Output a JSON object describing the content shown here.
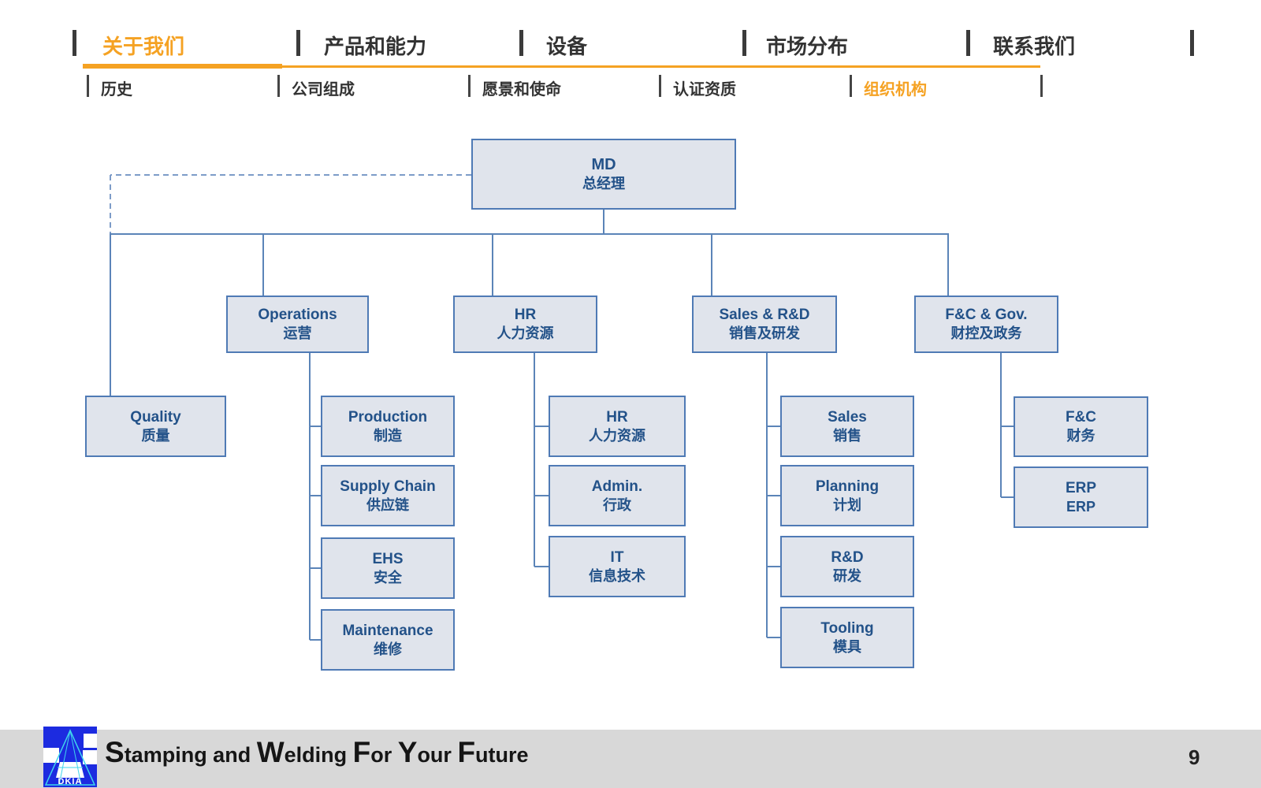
{
  "nav": {
    "items": [
      {
        "label": "关于我们",
        "active": true
      },
      {
        "label": "产品和能力",
        "active": false
      },
      {
        "label": "设备",
        "active": false
      },
      {
        "label": "市场分布",
        "active": false
      },
      {
        "label": "联系我们",
        "active": false
      }
    ]
  },
  "subnav": {
    "items": [
      {
        "label": "历史",
        "active": false
      },
      {
        "label": "公司组成",
        "active": false
      },
      {
        "label": "愿景和使命",
        "active": false
      },
      {
        "label": "认证资质",
        "active": false
      },
      {
        "label": "组织机构",
        "active": true
      }
    ]
  },
  "org_chart": {
    "md": {
      "en": "MD",
      "zh": "总经理"
    },
    "quality": {
      "en": "Quality",
      "zh": "质量"
    },
    "operations": {
      "en": "Operations",
      "zh": "运营"
    },
    "production": {
      "en": "Production",
      "zh": "制造"
    },
    "supply_chain": {
      "en": "Supply Chain",
      "zh": "供应链"
    },
    "ehs": {
      "en": "EHS",
      "zh": "安全"
    },
    "maintenance": {
      "en": "Maintenance",
      "zh": "维修"
    },
    "hr": {
      "en": "HR",
      "zh": "人力资源"
    },
    "hr_sub": {
      "en": "HR",
      "zh": "人力资源"
    },
    "admin": {
      "en": "Admin.",
      "zh": "行政"
    },
    "it": {
      "en": "IT",
      "zh": "信息技术"
    },
    "sales_rd": {
      "en": "Sales & R&D",
      "zh": "销售及研发"
    },
    "sales": {
      "en": "Sales",
      "zh": "销售"
    },
    "planning": {
      "en": "Planning",
      "zh": "计划"
    },
    "rd": {
      "en": "R&D",
      "zh": "研发"
    },
    "tooling": {
      "en": "Tooling",
      "zh": "模具"
    },
    "fc_gov": {
      "en": "F&C & Gov.",
      "zh": "财控及政务"
    },
    "fc": {
      "en": "F&C",
      "zh": "财务"
    },
    "erp": {
      "en": "ERP",
      "zh": "ERP"
    }
  },
  "footer": {
    "logo_text": "DKIA",
    "slogan_segments": [
      {
        "big": "S",
        "rest": "tamping and "
      },
      {
        "big": "W",
        "rest": "elding "
      },
      {
        "big": "F",
        "rest": "or "
      },
      {
        "big": "Y",
        "rest": "our "
      },
      {
        "big": "F",
        "rest": "uture"
      }
    ],
    "page_number": "9"
  },
  "colors": {
    "accent_orange": "#F5A223",
    "box_fill": "#E0E4EC",
    "box_border": "#4F7AB5",
    "box_text": "#235289",
    "connector": "#5B84B8",
    "footer_band": "#D8D8D8",
    "logo_blue": "#1C2BE0",
    "logo_cyan": "#3FD6EC"
  }
}
